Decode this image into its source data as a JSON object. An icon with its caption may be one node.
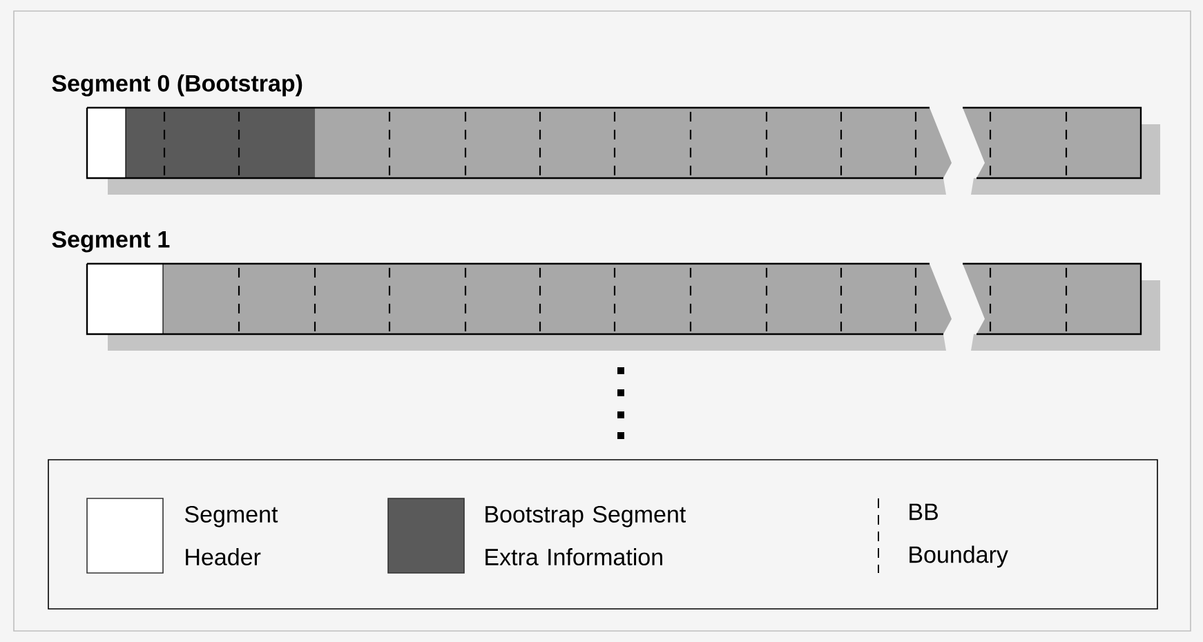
{
  "diagram": {
    "nodes": [
      {
        "text": [
          "Segment 0 (Bootstrap)"
        ]
      },
      {
        "text": [
          "Segment 1"
        ]
      }
    ],
    "legend": [
      {
        "text": "Segment Header",
        "color": "#ffffff"
      },
      {
        "text": "Bootstrap Segment Extra Information",
        "color": "#5a5a5a"
      },
      {
        "text": "BB Boundary"
      }
    ]
  }
}
